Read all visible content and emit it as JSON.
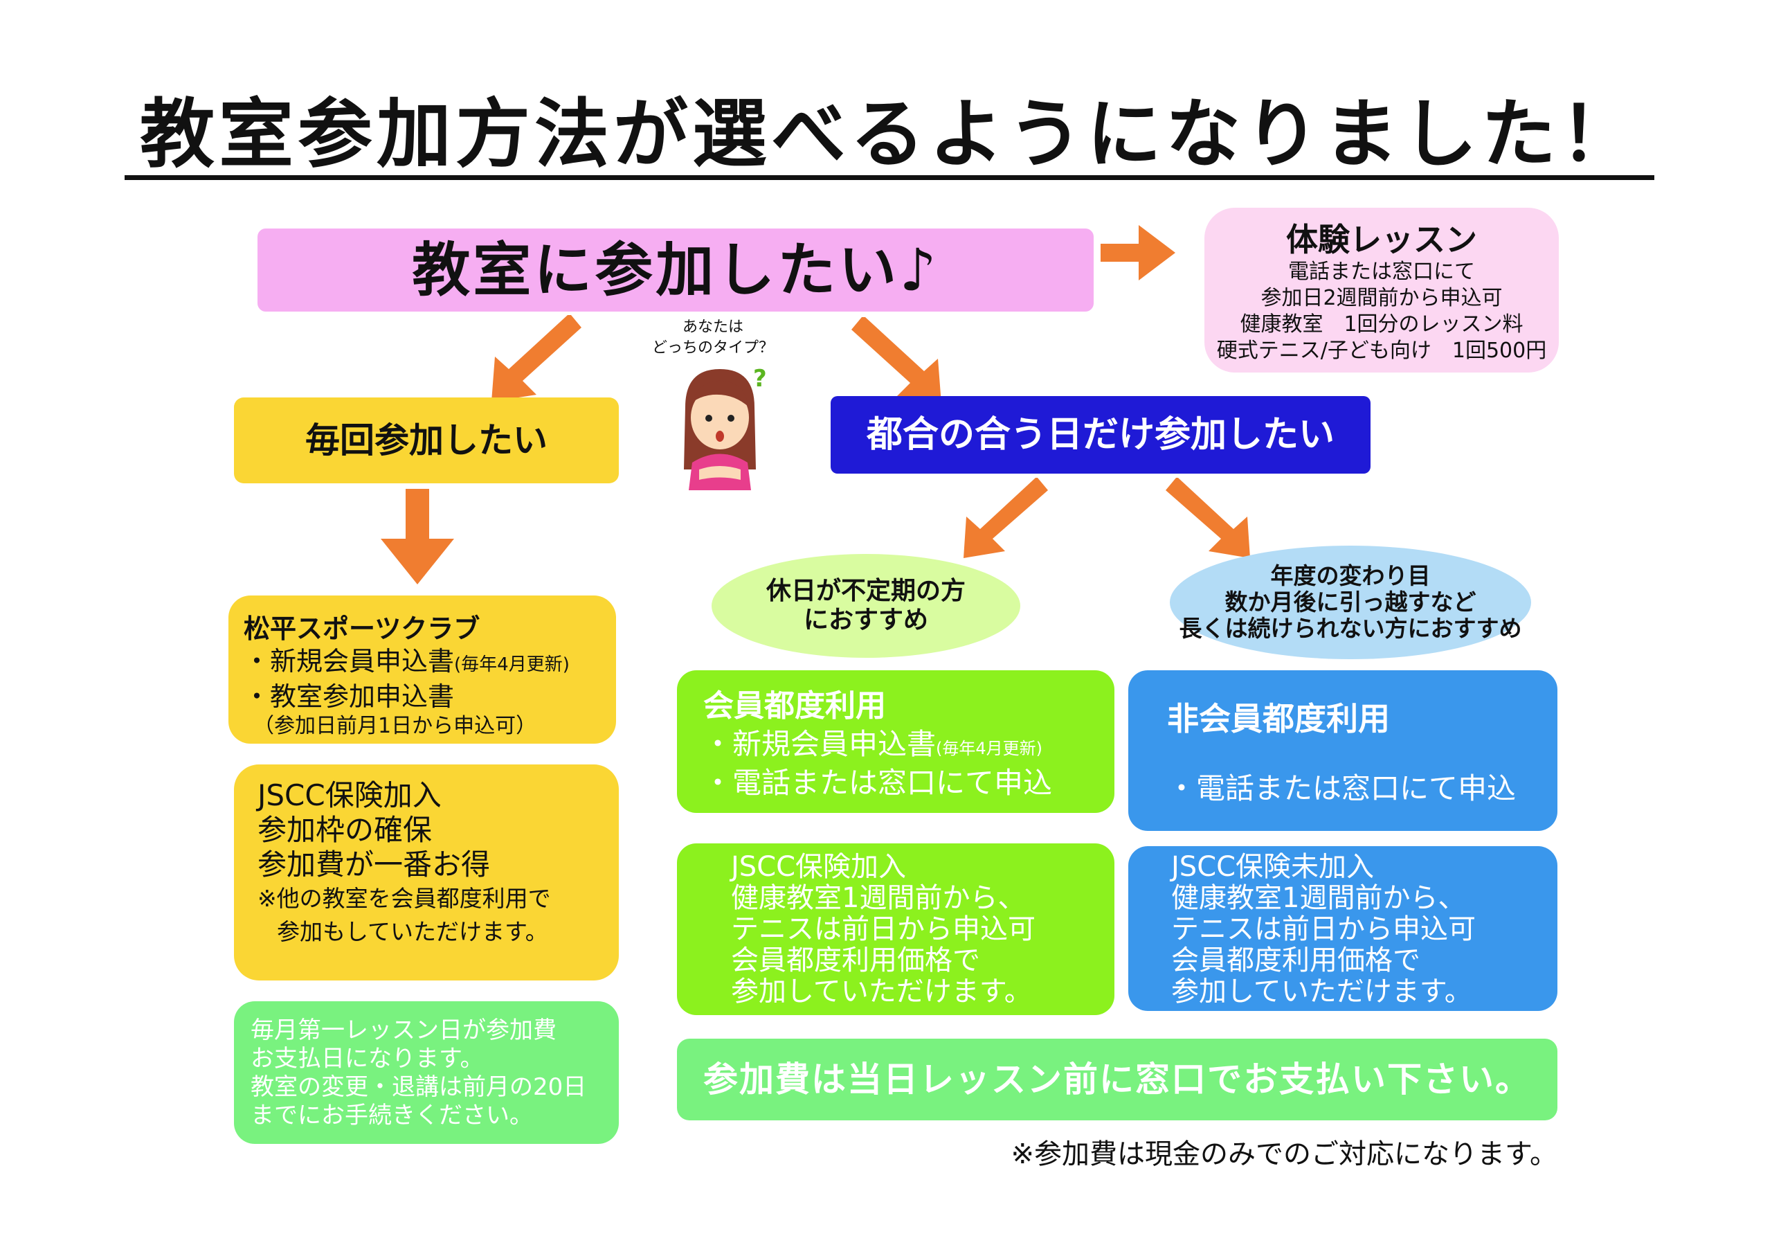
{
  "title": "教室参加方法が選べるようになりました！",
  "banner": "教室に参加したい♪",
  "trial": {
    "title": "体験レッスン",
    "lines": [
      "電話または窓口にて",
      "参加日2週間前から申込可",
      "健康教室　1回分のレッスン料",
      "硬式テニス/子ども向け　1回500円"
    ]
  },
  "question": [
    "あなたは",
    "どっちのタイプ？"
  ],
  "branch_every": "毎回参加したい",
  "branch_convenient": "都合の合う日だけ参加したい",
  "oval_irregular": [
    "休日が不定期の方",
    "におすすめ"
  ],
  "oval_short": [
    "年度の変わり目",
    "数か月後に引っ越すなど",
    "長くは続けられない方におすすめ"
  ],
  "club": {
    "title": "松平スポーツクラブ",
    "line1": "・新規会員申込書",
    "line1_note": "(毎年4月更新)",
    "line2": "・教室参加申込書",
    "line3": "（参加日前月1日から申込可）"
  },
  "benefits": {
    "lines": [
      "JSCC保険加入",
      "参加枠の確保",
      "参加費が一番お得"
    ],
    "note1": "※他の教室を会員都度利用で",
    "note2": "参加もしていただけます。"
  },
  "monthly": [
    "毎月第一レッスン日が参加費",
    "お支払日になります。",
    "教室の変更・退講は前月の20日",
    "までにお手続きください。"
  ],
  "member_each": {
    "title": "会員都度利用",
    "line1": "・新規会員申込書",
    "line1_note": "(毎年4月更新)",
    "line2": "・電話または窓口にて申込"
  },
  "nonmember_each": {
    "title": "非会員都度利用",
    "line1": "・電話または窓口にて申込"
  },
  "member_info": [
    "JSCC保険加入",
    "健康教室1週間前から、",
    "テニスは前日から申込可",
    "会員都度利用価格で",
    "参加していただけます。"
  ],
  "nonmember_info": [
    "JSCC保険未加入",
    "健康教室1週間前から、",
    "テニスは前日から申込可",
    "会員都度利用価格で",
    "参加していただけます。"
  ],
  "payment": "参加費は当日レッスン前に窓口でお支払い下さい。",
  "note": "※参加費は現金のみでのご対応になります。",
  "colors": {
    "pink": "#f6aef2",
    "light_pink": "#fcd7f2",
    "yellow": "#fad634",
    "dark_blue": "#1f1ad6",
    "light_green": "#d9fca0",
    "light_blue": "#b3dcf6",
    "lime": "#8cf11e",
    "mid_green": "#79f27f",
    "blue": "#3a97ec",
    "arrow": "#f07d30"
  }
}
